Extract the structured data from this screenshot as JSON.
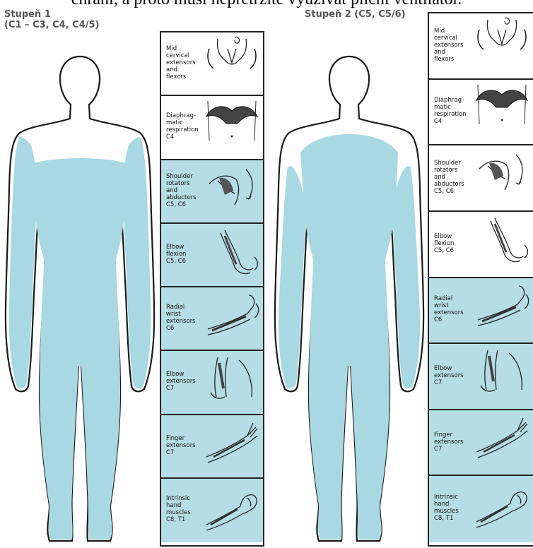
{
  "top_text": "chrání, a proto musí nepřetržitě využívat plicní ventilátor.",
  "colors": {
    "shade": "#b6dde6",
    "body_fill": "#a8d8e2",
    "outline": "#1a1a1a"
  },
  "stage1": {
    "title_line1": "Stupeň 1",
    "title_line2": "(C1 – C3, C4, C4/5)",
    "panels": [
      {
        "label": "Mid\ncervical\nextensors\nand\nflexors",
        "shaded": false,
        "icon": "neck-muscles-icon"
      },
      {
        "label": "Diaphrag-\nmatic\nrespiration\nC4",
        "shaded": false,
        "icon": "diaphragm-icon"
      },
      {
        "label": "Shoulder\nrotators\nand\nabductors\nC5, C6",
        "shaded": true,
        "icon": "shoulder-muscles-icon"
      },
      {
        "label": "Elbow\nflexion\nC5, C6",
        "shaded": true,
        "icon": "elbow-flexion-icon"
      },
      {
        "label": "Radial\nwrist\nextensors\nC6",
        "shaded": true,
        "icon": "wrist-extensors-icon"
      },
      {
        "label": "Elbow\nextensors\nC7",
        "shaded": true,
        "icon": "elbow-extensors-icon"
      },
      {
        "label": "Finger\nextensors\nC7",
        "shaded": true,
        "icon": "finger-extensors-icon"
      },
      {
        "label": "Intrinsic\nhand\nmuscles\nC8, T1",
        "shaded": true,
        "icon": "hand-muscles-icon"
      }
    ]
  },
  "stage2": {
    "title": "Stupeň 2 (C5, C5/6)",
    "panels": [
      {
        "label": "Mid\ncervical\nextensors\nand\nflexors",
        "shaded": false,
        "icon": "neck-muscles-icon"
      },
      {
        "label": "Diaphrag-\nmatic\nrespiration\nC4",
        "shaded": false,
        "icon": "diaphragm-icon"
      },
      {
        "label": "Shoulder\nrotators\nand\nabductors\nC5, C6",
        "shaded": false,
        "icon": "shoulder-muscles-icon"
      },
      {
        "label": "Elbow\nflexion\nC5, C6",
        "shaded": false,
        "icon": "elbow-flexion-icon"
      },
      {
        "label": "Radial\nwrist\nextensors\nC6",
        "shaded": true,
        "icon": "wrist-extensors-icon"
      },
      {
        "label": "Elbow\nextensors\nC7",
        "shaded": true,
        "icon": "elbow-extensors-icon"
      },
      {
        "label": "Finger\nextensors\nC7",
        "shaded": true,
        "icon": "finger-extensors-icon"
      },
      {
        "label": "Intrinsic\nhand\nmuscles\nC8, T1",
        "shaded": true,
        "icon": "hand-muscles-icon"
      }
    ]
  }
}
